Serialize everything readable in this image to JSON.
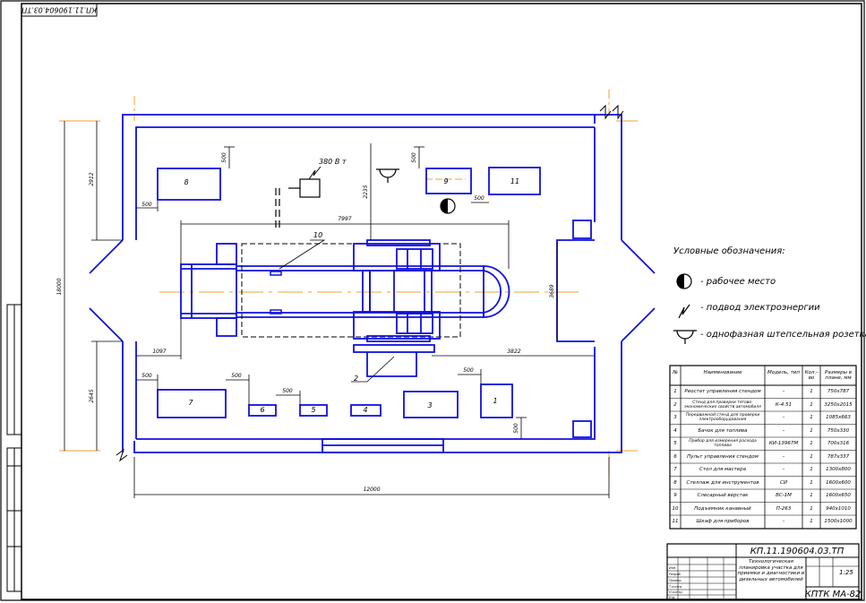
{
  "stamp_top": "КП.11.190604.03.ТП",
  "power_label": "380 В т",
  "legend": {
    "title": "Условные обозначения:",
    "items": [
      {
        "icon": "workplace-icon",
        "text": "- рабочее место"
      },
      {
        "icon": "power-supply-icon",
        "text": "- подвод электроэнергии"
      },
      {
        "icon": "socket-icon",
        "text": "- однофазная штепсельная розетка"
      }
    ]
  },
  "equipment_labels": {
    "e1": "1",
    "e2": "2",
    "e3": "3",
    "e4": "4",
    "e5": "5",
    "e6": "6",
    "e7": "7",
    "e8": "8",
    "e9": "9",
    "e10": "10",
    "e11": "11"
  },
  "dimensions": {
    "overall_length": "12000",
    "overall_width": "18000",
    "left_top": "2912",
    "left_bottom": "2645",
    "inner_span": "7997",
    "right_mid": "3689",
    "pit_depth": "2235",
    "bottom_left": "1097",
    "bottom_right": "3822",
    "g500_1": "500",
    "g500_2": "500",
    "g500_3": "500",
    "g500_4": "500",
    "g500_5": "500",
    "g500_6": "500",
    "g500_7": "500",
    "g500_8": "500",
    "g500_9": "500"
  },
  "table": {
    "headers": [
      "№",
      "Наименование",
      "Модель, тип",
      "Кол.-во",
      "Размеры в плане, мм"
    ],
    "rows": [
      [
        "1",
        "Реостат управления стендом",
        "–",
        "1",
        "750x787"
      ],
      [
        "2",
        "Стенд для проверки тягово-экономических свойств автомобиля",
        "К-4.51",
        "1",
        "3250x2015"
      ],
      [
        "3",
        "Передвижной стенд для проверки электрооборудования",
        "–",
        "1",
        "1085x663"
      ],
      [
        "4",
        "Бачок для топлива",
        "–",
        "1",
        "750x330"
      ],
      [
        "5",
        "Прибор для измерения расхода топлива",
        "КИ-13967М",
        "1",
        "700x316"
      ],
      [
        "6",
        "Пульт управления стендом",
        "–",
        "1",
        "787x337"
      ],
      [
        "7",
        "Стол для мастера",
        "–",
        "1",
        "1300x800"
      ],
      [
        "8",
        "Стеллаж для инструментов",
        "СИ",
        "1",
        "1600x600"
      ],
      [
        "9",
        "Слесарный верстак",
        "ВС-1М",
        "1",
        "1600x650"
      ],
      [
        "10",
        "Подъемник канавный",
        "П-263",
        "1",
        "940x1010"
      ],
      [
        "11",
        "Шкаф для приборов",
        "–",
        "1",
        "1500x1000"
      ]
    ]
  },
  "title_block": {
    "code": "КП.11.190604.03.ТП",
    "description": "Технологическая планировка участка для приемки и диагностики и дизельных автомобилей",
    "scale": "1:25",
    "org": "КПТК МА-82",
    "roles": [
      "Изм.",
      "Разраб.",
      "Провер.",
      "Т.контр.",
      "Н.контр.",
      "Утв."
    ]
  }
}
